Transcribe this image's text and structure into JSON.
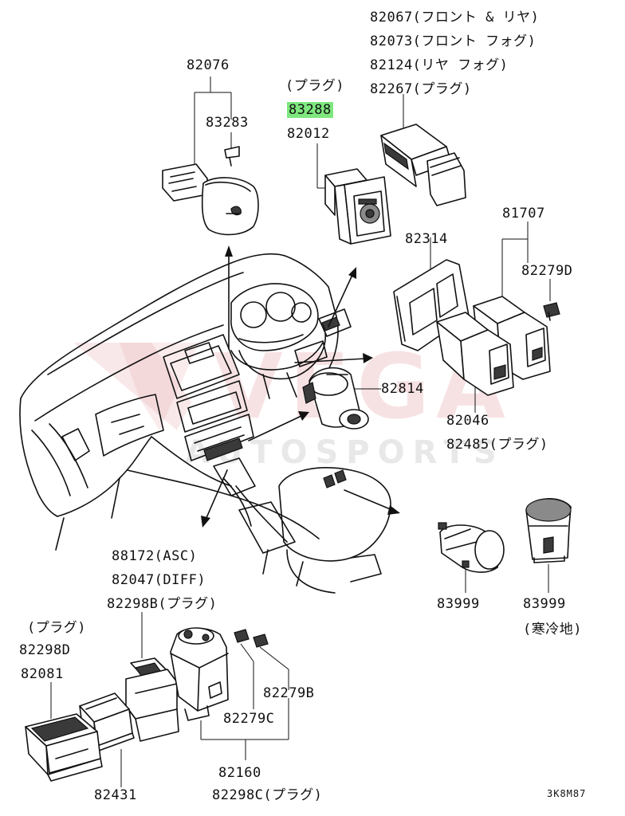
{
  "labels": {
    "p82067": "82067(フロント & リヤ)",
    "p82073": "82073(フロント フォグ)",
    "p82124": "82124(リヤ フォグ)",
    "p82267": "82267(プラグ)",
    "p82076": "82076",
    "p83283": "83283",
    "plug_top": "(プラグ)",
    "p83288": "83288",
    "p82012": "82012",
    "p81707": "81707",
    "p82314": "82314",
    "p82279D": "82279D",
    "p82814": "82814",
    "p82046": "82046",
    "p82485": "82485(プラグ)",
    "p88172": "88172(ASC)",
    "p82047": "82047(DIFF)",
    "p82298B": "82298B(プラグ)",
    "plug_left": "(プラグ)",
    "p82298D": "82298D",
    "p82081": "82081",
    "p82279B": "82279B",
    "p82279C": "82279C",
    "p82160": "82160",
    "p82298C": "82298C(プラグ)",
    "p82431": "82431",
    "p83999_a": "83999",
    "p83999_b": "83999",
    "p83999_b_note": "(寒冷地)",
    "diagram_code": "3K8M87"
  },
  "watermark": {
    "brand": "VEGA",
    "sub": "AUTOSPORTS",
    "color": "#e6b0b4"
  },
  "highlight_color": "#7ee77e"
}
